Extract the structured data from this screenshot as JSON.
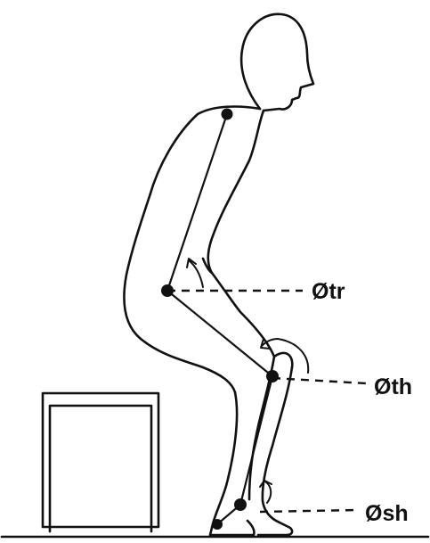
{
  "labels": {
    "trunk": "Øtr",
    "thigh": "Øth",
    "shank": "Øsh"
  }
}
